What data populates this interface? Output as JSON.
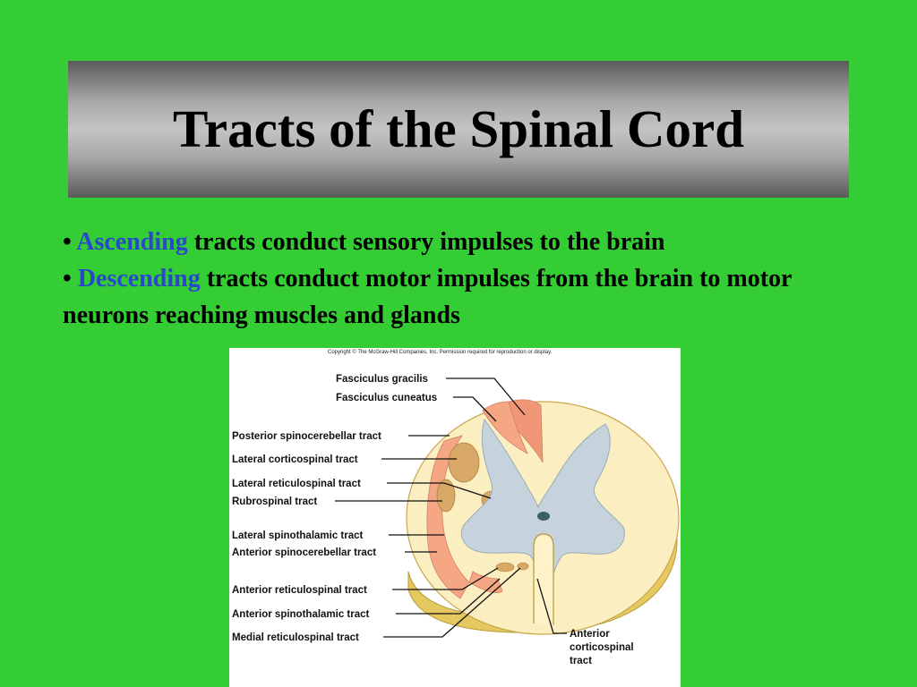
{
  "slide": {
    "title": "Tracts of the Spinal Cord",
    "bullet1": {
      "marker": "• ",
      "keyword": "Ascending",
      "text": " tracts conduct sensory impulses to the brain"
    },
    "bullet2": {
      "marker": "• ",
      "keyword": "Descending",
      "text": " tracts conduct motor impulses from the brain to motor neurons reaching muscles and glands"
    },
    "keyword_color": "#2a49ca",
    "background_color": "#34cd34"
  },
  "figure": {
    "copyright": "Copyright © The McGraw-Hill Companies, Inc. Permission required for reproduction or display.",
    "labels": {
      "fasciculus_gracilis": "Fasciculus gracilis",
      "fasciculus_cuneatus": "Fasciculus cuneatus",
      "posterior_spinocerebellar": "Posterior spinocerebellar tract",
      "lateral_corticospinal": "Lateral corticospinal tract",
      "lateral_reticulospinal": "Lateral reticulospinal tract",
      "rubrospinal": "Rubrospinal tract",
      "lateral_spinothalamic": "Lateral spinothalamic tract",
      "anterior_spinocerebellar": "Anterior spinocerebellar tract",
      "anterior_reticulospinal": "Anterior reticulospinal tract",
      "anterior_spinothalamic": "Anterior spinothalamic tract",
      "medial_reticulospinal": "Medial reticulospinal tract",
      "anterior_corticospinal_1": "Anterior",
      "anterior_corticospinal_2": "corticospinal",
      "anterior_corticospinal_3": "tract"
    }
  }
}
